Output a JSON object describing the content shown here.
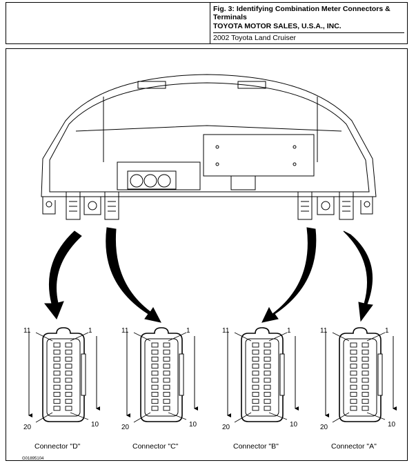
{
  "header": {
    "figure_title": "Fig. 3: Identifying Combination Meter Connectors & Terminals",
    "company": "TOYOTA MOTOR SALES, U.S.A., INC.",
    "model": "2002 Toyota Land Cruiser"
  },
  "connectors": [
    {
      "name": "Connector \"D\"",
      "pin_top_left": "11",
      "pin_top_right": "1",
      "pin_bottom_left": "20",
      "pin_bottom_right": "10"
    },
    {
      "name": "Connector \"C\"",
      "pin_top_left": "11",
      "pin_top_right": "1",
      "pin_bottom_left": "20",
      "pin_bottom_right": "10"
    },
    {
      "name": "Connector \"B\"",
      "pin_top_left": "11",
      "pin_top_right": "1",
      "pin_bottom_left": "20",
      "pin_bottom_right": "10"
    },
    {
      "name": "Connector \"A\"",
      "pin_top_left": "11",
      "pin_top_right": "1",
      "pin_bottom_left": "20",
      "pin_bottom_right": "10"
    }
  ],
  "figure_code": "G01895104"
}
